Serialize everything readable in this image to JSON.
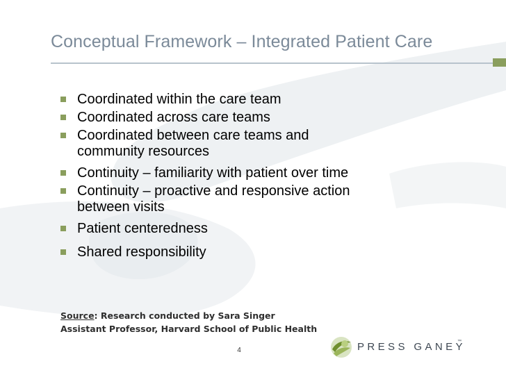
{
  "slide": {
    "title": "Conceptual Framework – Integrated Patient Care",
    "bullets": [
      "Coordinated within the care team",
      "Coordinated across care teams",
      "Coordinated between care teams and community resources",
      "Continuity – familiarity with patient over time",
      "Continuity – proactive and responsive action between visits",
      "Patient centeredness",
      "Shared responsibility"
    ],
    "source": {
      "label": "Source",
      "line1": ":  Research conducted by Sara Singer",
      "line2": "Assistant Professor, Harvard School of Public Health"
    },
    "page_number": "4",
    "logo": {
      "text": "PRESS GANEY",
      "tm": "™"
    }
  },
  "colors": {
    "title": "#7b8a99",
    "accent_green": "#8a9e5d",
    "rule": "#b7c3cc",
    "text": "#000000"
  }
}
